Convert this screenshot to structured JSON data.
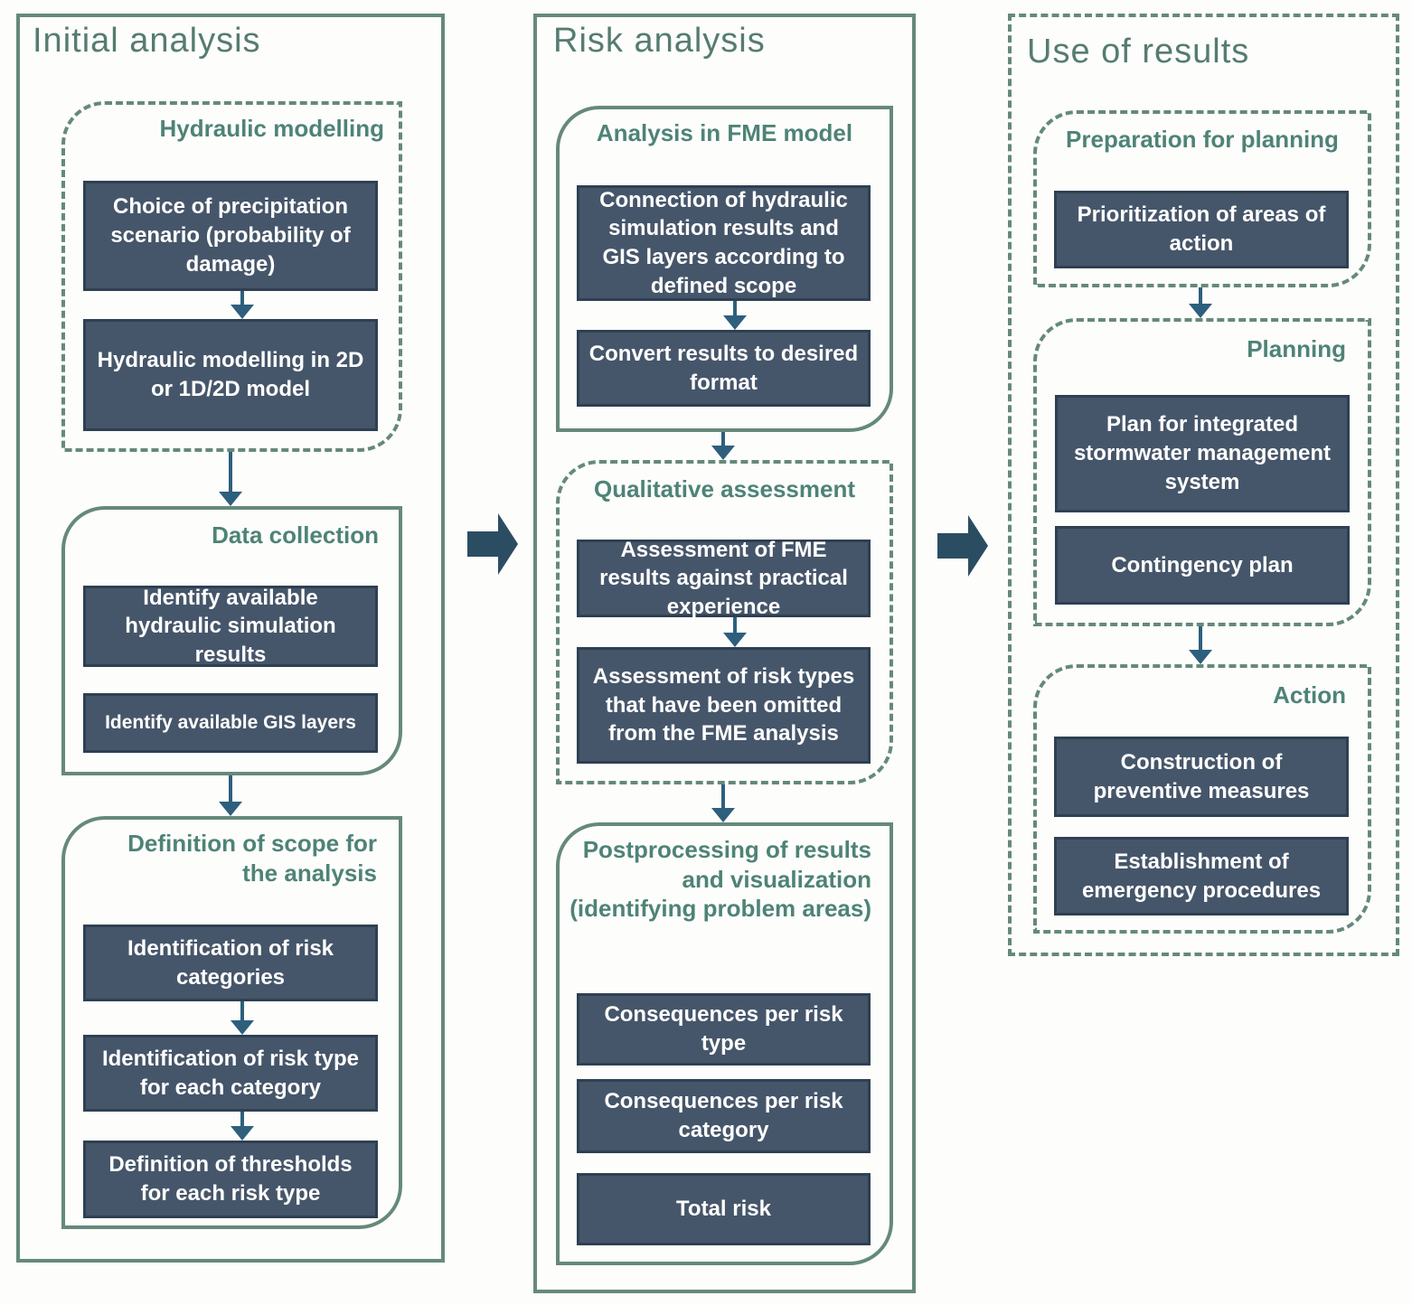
{
  "diagram": {
    "columns": [
      {
        "title": "Initial analysis",
        "groups": [
          {
            "heading": "Hydraulic modelling",
            "style": "dashed",
            "boxes": [
              "Choice of precipitation scenario (probability of damage)",
              "Hydraulic modelling in 2D or 1D/2D model"
            ]
          },
          {
            "heading": "Data collection",
            "style": "solid",
            "boxes": [
              "Identify available hydraulic simulation results",
              "Identify available GIS layers"
            ]
          },
          {
            "heading": "Definition of scope for the analysis",
            "style": "solid",
            "boxes": [
              "Identification of risk categories",
              "Identification of risk type for each category",
              "Definition of thresholds for each risk type"
            ]
          }
        ]
      },
      {
        "title": "Risk analysis",
        "groups": [
          {
            "heading": "Analysis in FME model",
            "style": "solid",
            "boxes": [
              "Connection of hydraulic simulation results and GIS layers according to defined scope",
              "Convert results to desired format"
            ]
          },
          {
            "heading": "Qualitative assessment",
            "style": "dashed",
            "boxes": [
              "Assessment of FME results against practical experience",
              "Assessment of risk types that have been omitted from the FME analysis"
            ]
          },
          {
            "heading": "Postprocessing of results and visualization (identifying problem areas)",
            "style": "solid",
            "boxes": [
              "Consequences per risk type",
              "Consequences per risk category",
              "Total risk"
            ]
          }
        ]
      },
      {
        "title": "Use of results",
        "groups": [
          {
            "heading": "Preparation for planning",
            "style": "dashed",
            "boxes": [
              "Prioritization of  areas of action"
            ]
          },
          {
            "heading": "Planning",
            "style": "dashed",
            "boxes": [
              "Plan for integrated stormwater management system",
              "Contingency plan"
            ]
          },
          {
            "heading": "Action",
            "style": "dashed",
            "boxes": [
              "Construction of preventive measures",
              "Establishment of emergency procedures"
            ]
          }
        ]
      }
    ],
    "colors": {
      "box_fill": "#46566a",
      "box_border": "#2e4052",
      "box_text": "#ffffff",
      "outline_green": "#65897b",
      "heading_green": "#4e8376",
      "title_green": "#557c71",
      "small_arrow_blue": "#2e5f7d",
      "big_arrow_slate": "#2b4d62",
      "background": "#fdfdfc"
    }
  }
}
